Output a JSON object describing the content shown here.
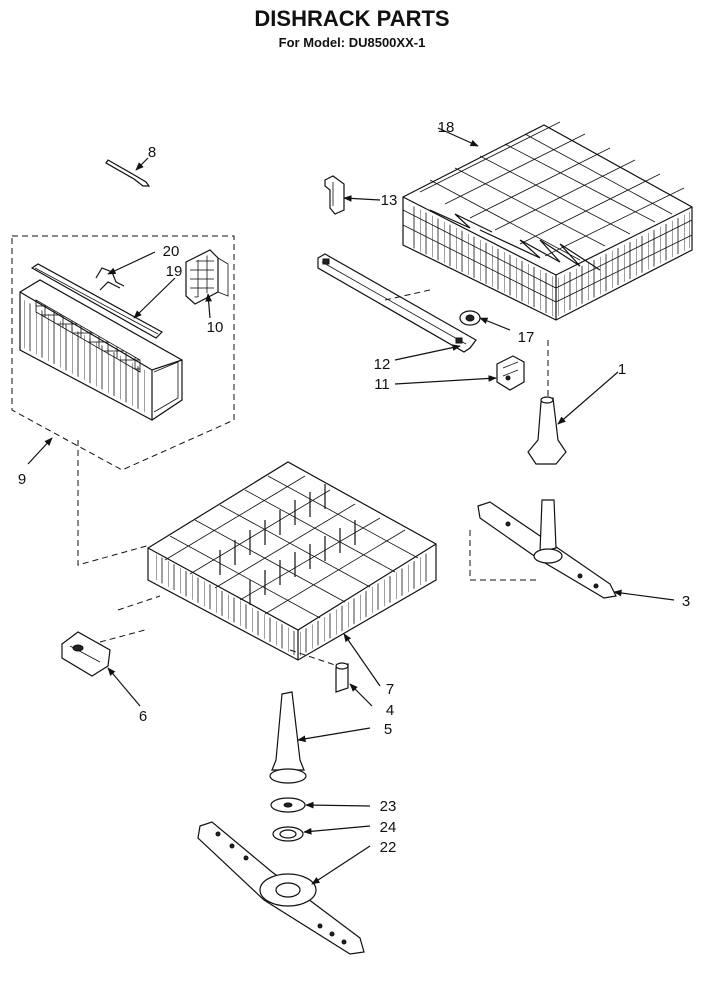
{
  "header": {
    "title": "DISHRACK PARTS",
    "subtitle": "For Model: DU8500XX-1"
  },
  "callouts": [
    {
      "id": "c1",
      "label": "1"
    },
    {
      "id": "c3",
      "label": "3"
    },
    {
      "id": "c4",
      "label": "4"
    },
    {
      "id": "c5",
      "label": "5"
    },
    {
      "id": "c6",
      "label": "6"
    },
    {
      "id": "c7",
      "label": "7"
    },
    {
      "id": "c8",
      "label": "8"
    },
    {
      "id": "c9",
      "label": "9"
    },
    {
      "id": "c10",
      "label": "10"
    },
    {
      "id": "c11",
      "label": "11"
    },
    {
      "id": "c12",
      "label": "12"
    },
    {
      "id": "c13",
      "label": "13"
    },
    {
      "id": "c17",
      "label": "17"
    },
    {
      "id": "c18",
      "label": "18"
    },
    {
      "id": "c19",
      "label": "19"
    },
    {
      "id": "c20",
      "label": "20"
    },
    {
      "id": "c22",
      "label": "22"
    },
    {
      "id": "c23",
      "label": "23"
    },
    {
      "id": "c24",
      "label": "24"
    }
  ]
}
